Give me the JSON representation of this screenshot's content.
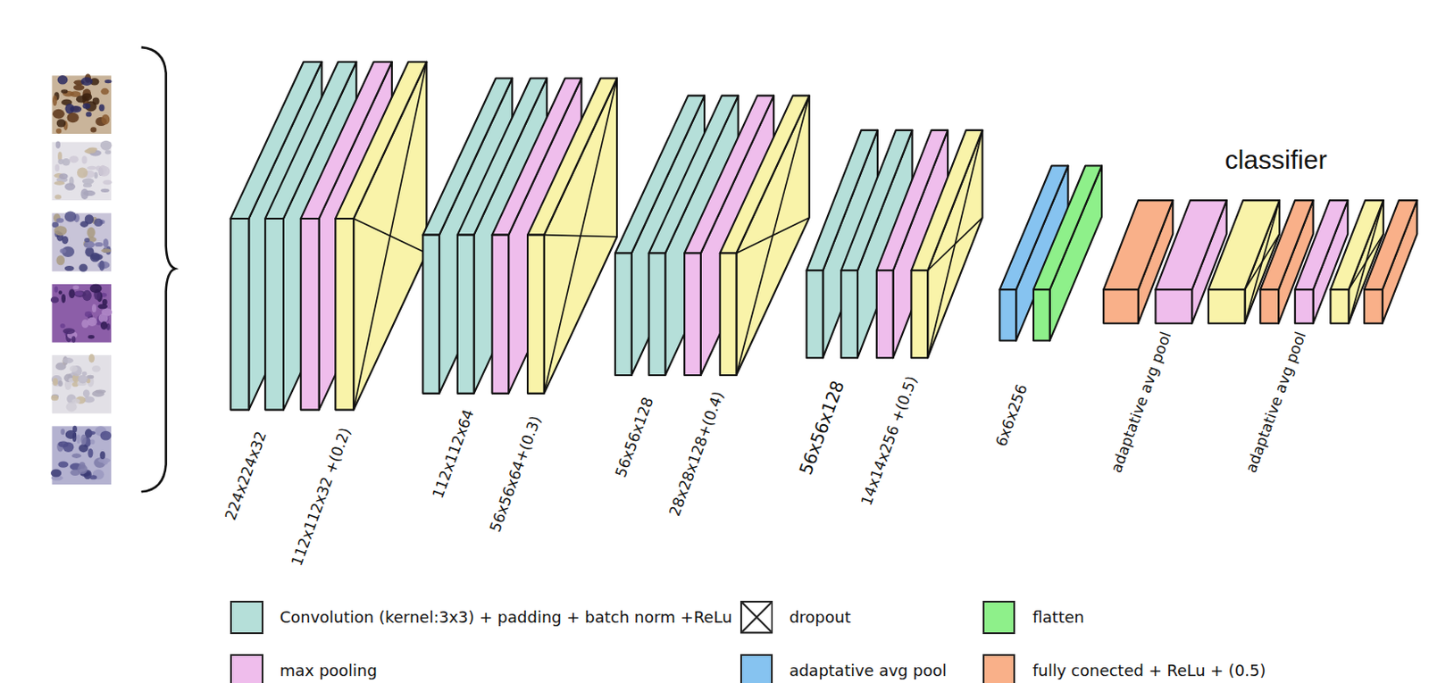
{
  "diagram": {
    "labels": [
      "classifier",
      "224x224x32",
      "112x112x32 +(0.2)",
      "112x112x64",
      "56x56x64+(0.3)",
      "56x56x128",
      "28x28x128+(0.4)",
      "56x56x128",
      "14x14x256 +(0.5)",
      "6x6x256",
      "adaptative avg pool",
      "adaptative avg pool"
    ],
    "legend": [
      {
        "text": "Convolution (kernel:3x3) + padding + batch norm +ReLu",
        "color": "#b5dfd9"
      },
      {
        "text": "max pooling",
        "color": "#efbdec"
      },
      {
        "text": "dropout"
      },
      {
        "text": "adaptative avg pool",
        "color": "#86c3f0"
      },
      {
        "text": "flatten",
        "color": "#8ef08a"
      },
      {
        "text": "fully conected + ReLu + (0.5)",
        "color": "#f9b089"
      }
    ]
  }
}
